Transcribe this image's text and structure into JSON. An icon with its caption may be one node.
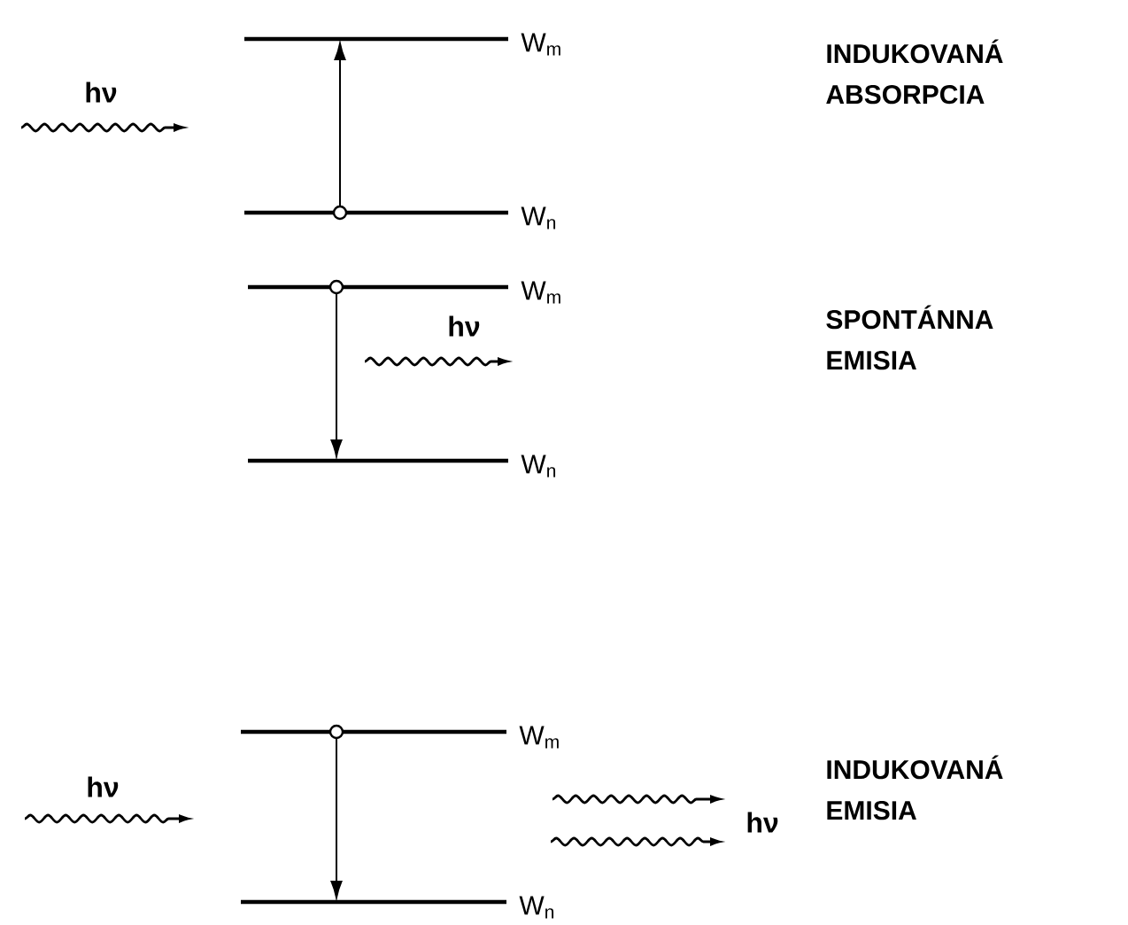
{
  "diagram": {
    "nodes": [
      {
        "text": [],
        "shape": "bar",
        "beside": [
          "W$_{m}$"
        ]
      },
      {
        "text": [],
        "shape": "bar",
        "beside": [
          "W$_{n}$"
        ]
      },
      {
        "text": [],
        "shape": "bar",
        "beside": [
          "W$_{m}$"
        ]
      },
      {
        "text": [],
        "shape": "bar",
        "beside": [
          "W$_{n}$"
        ]
      },
      {
        "text": [],
        "shape": "bar",
        "beside": [
          "W$_{m}$"
        ]
      },
      {
        "text": [],
        "shape": "bar",
        "beside": [
          "W$_{n}$"
        ]
      }
    ],
    "edges": [
      {
        "from": 1,
        "to": 0,
        "arrow": "to"
      },
      {
        "from": 2,
        "to": 3,
        "arrow": "to"
      },
      {
        "from": 4,
        "to": 5,
        "arrow": "to"
      }
    ],
    "labels": [
      "hν",
      "INDUKOVANÁ ABSORPCIA",
      "hν",
      "SPONTÁNNA EMISIA",
      "hν",
      "hν",
      "INDUKOVANÁ EMISIA"
    ]
  }
}
